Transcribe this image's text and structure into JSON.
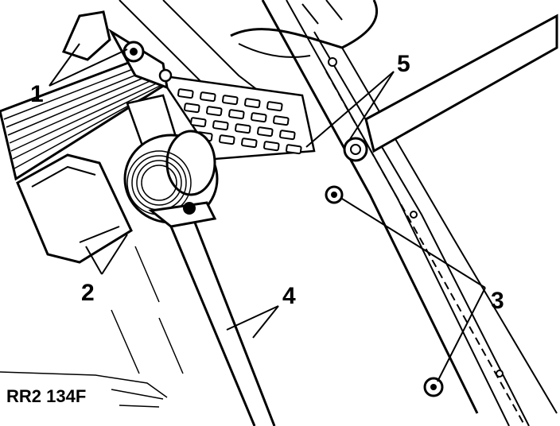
{
  "callouts": {
    "c1": "1",
    "c2": "2",
    "c3": "3",
    "c4": "4",
    "c5": "5"
  },
  "figure_code": "RR2 134F"
}
